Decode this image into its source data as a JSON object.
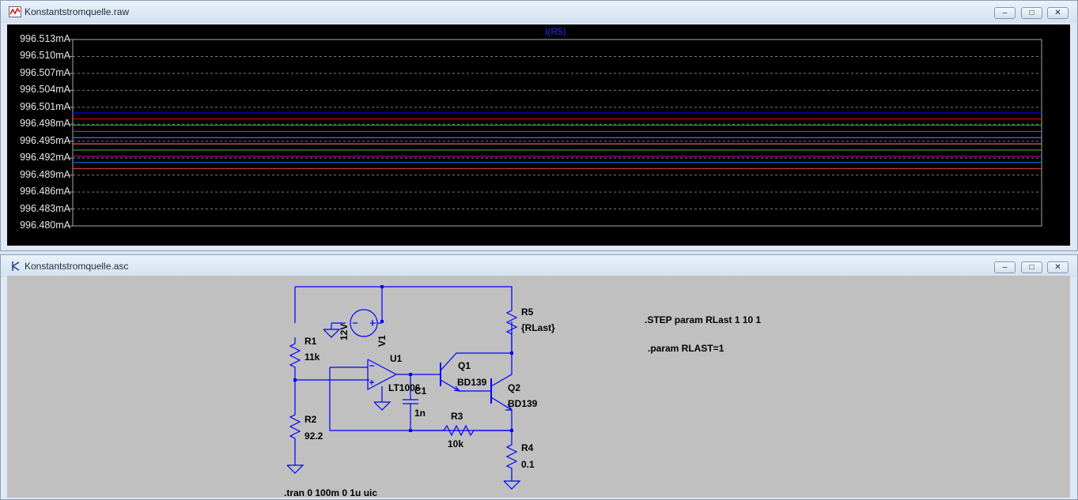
{
  "waveform_window": {
    "title": "Konstantstromquelle.raw",
    "plot_title": "I(R5)",
    "y_ticks": [
      "996.513mA",
      "996.510mA",
      "996.507mA",
      "996.504mA",
      "996.501mA",
      "996.498mA",
      "996.495mA",
      "996.492mA",
      "996.489mA",
      "996.486mA",
      "996.483mA",
      "996.480mA"
    ],
    "controls": {
      "minimize": "–",
      "maximize": "□",
      "close": "✕"
    },
    "trace_colors": [
      "#0000ff",
      "#ff0000",
      "#00c000",
      "#ff00ff",
      "#8080ff",
      "#ff8080",
      "#40c040",
      "#c000c0",
      "#0080ff",
      "#ff4040"
    ]
  },
  "schematic_window": {
    "title": "Konstantstromquelle.asc",
    "controls": {
      "minimize": "–",
      "maximize": "□",
      "close": "✕"
    },
    "components": {
      "r1_name": "R1",
      "r1_value": "11k",
      "r2_name": "R2",
      "r2_value": "92.2",
      "r3_name": "R3",
      "r3_value": "10k",
      "r4_name": "R4",
      "r4_value": "0.1",
      "r5_name": "R5",
      "r5_value": "{RLast}",
      "v1_name": "V1",
      "v1_value": "12V",
      "u1_name": "U1",
      "u1_value": "LT1006",
      "c1_name": "C1",
      "c1_value": "1n",
      "q1_name": "Q1",
      "q1_value": "BD139",
      "q2_name": "Q2",
      "q2_value": "BD139"
    },
    "directives": {
      "step": ".STEP param RLast 1 10 1",
      "param": ".param RLAST=1",
      "tran": ".tran 0 100m 0 1u uic"
    }
  }
}
